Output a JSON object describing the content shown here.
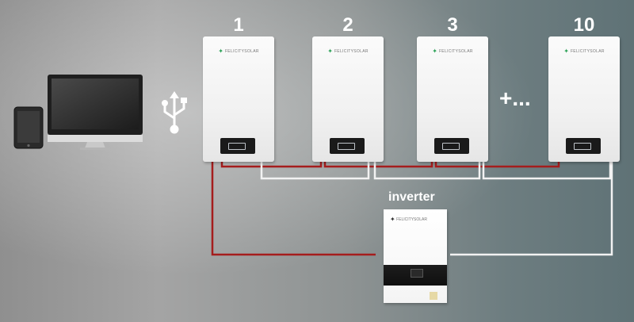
{
  "diagram": {
    "batteries": [
      {
        "number": "1",
        "brand": "FELICITYSOLAR"
      },
      {
        "number": "2",
        "brand": "FELICITYSOLAR"
      },
      {
        "number": "3",
        "brand": "FELICITYSOLAR"
      },
      {
        "number": "10",
        "brand": "FELICITYSOLAR"
      }
    ],
    "more_label": "+...",
    "inverter": {
      "label": "inverter",
      "brand": "FELICITYSOLAR"
    },
    "icons": [
      "tablet-icon",
      "monitor-icon",
      "usb-icon"
    ],
    "colors": {
      "positive_wire": "#a51d1d",
      "negative_wire": "#f2f2f2"
    }
  }
}
